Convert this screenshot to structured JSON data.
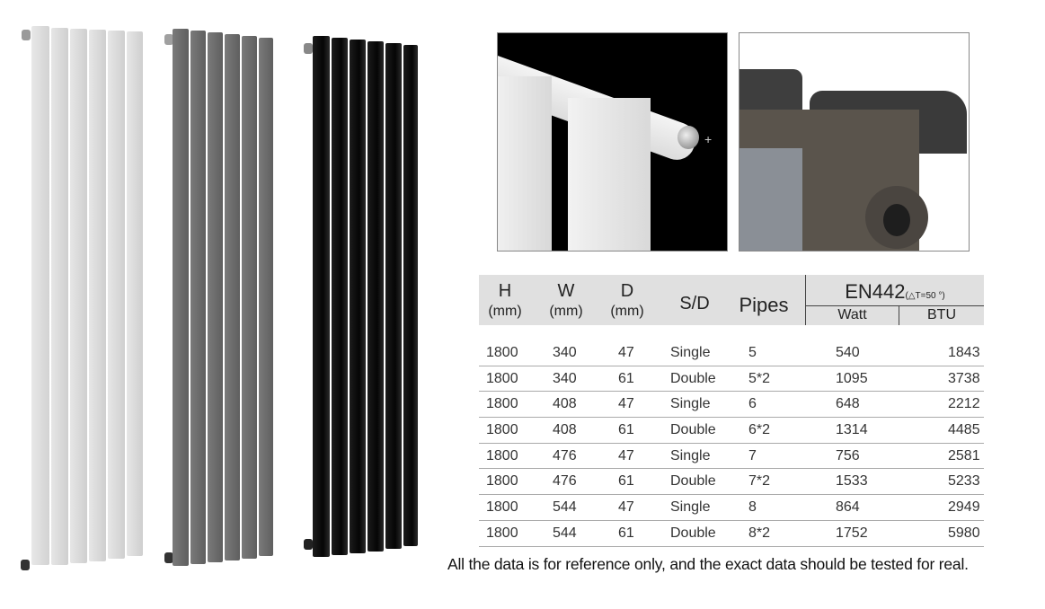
{
  "products": {
    "radiators": [
      {
        "finish": "white",
        "color": "#d8d8d8",
        "panels": 6
      },
      {
        "finish": "anthracite grey",
        "color": "#6e6e6e",
        "panels": 6
      },
      {
        "finish": "black",
        "color": "#0d0d0d",
        "panels": 6
      }
    ],
    "detail_photos": [
      {
        "subject": "white radiator header with chrome end cap",
        "background": "#000000"
      },
      {
        "subject": "grey radiator header close-up",
        "background": "#ffffff"
      }
    ]
  },
  "spec_table": {
    "headers": {
      "h": {
        "label": "H",
        "unit": "(mm)"
      },
      "w": {
        "label": "W",
        "unit": "(mm)"
      },
      "d": {
        "label": "D",
        "unit": "(mm)"
      },
      "sd": {
        "label": "S/D"
      },
      "pipes": {
        "label": "Pipes"
      },
      "en442": {
        "label": "EN442",
        "condition": "(△T=50 °)",
        "watt": "Watt",
        "btu": "BTU"
      }
    },
    "rows": [
      {
        "h": "1800",
        "w": "340",
        "d": "47",
        "sd": "Single",
        "pipes": "5",
        "watt": "540",
        "btu": "1843"
      },
      {
        "h": "1800",
        "w": "340",
        "d": "61",
        "sd": "Double",
        "pipes": "5*2",
        "watt": "1095",
        "btu": "3738"
      },
      {
        "h": "1800",
        "w": "408",
        "d": "47",
        "sd": "Single",
        "pipes": "6",
        "watt": "648",
        "btu": "2212"
      },
      {
        "h": "1800",
        "w": "408",
        "d": "61",
        "sd": "Double",
        "pipes": "6*2",
        "watt": "1314",
        "btu": "4485"
      },
      {
        "h": "1800",
        "w": "476",
        "d": "47",
        "sd": "Single",
        "pipes": "7",
        "watt": "756",
        "btu": "2581"
      },
      {
        "h": "1800",
        "w": "476",
        "d": "61",
        "sd": "Double",
        "pipes": "7*2",
        "watt": "1533",
        "btu": "5233"
      },
      {
        "h": "1800",
        "w": "544",
        "d": "47",
        "sd": "Single",
        "pipes": "8",
        "watt": "864",
        "btu": "2949"
      },
      {
        "h": "1800",
        "w": "544",
        "d": "61",
        "sd": "Double",
        "pipes": "8*2",
        "watt": "1752",
        "btu": "5980"
      }
    ]
  },
  "disclaimer": "All the data is for reference only, and the exact data should be tested for real."
}
